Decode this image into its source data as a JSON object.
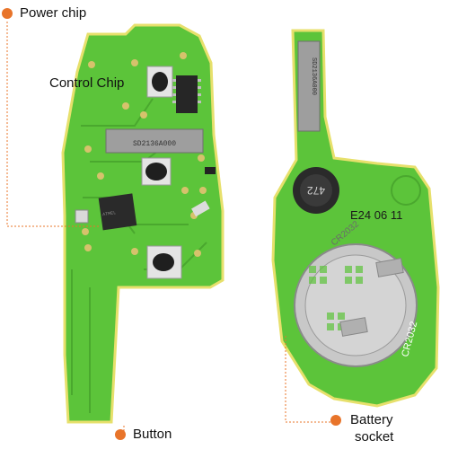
{
  "labels": {
    "power_chip": "Power chip",
    "control_chip": "Control Chip",
    "button": "Button",
    "battery_socket_line1": "Battery",
    "battery_socket_line2": "socket"
  },
  "board_markings": {
    "date_code": "E24 06 11",
    "inductor_code": "472",
    "battery_model": "CR2032",
    "holder_text": "CR2032",
    "chip_code_1": "SD2136A000",
    "chip_code_2": "SD2136A000"
  },
  "colors": {
    "accent": "#e8742a",
    "pcb_green": "#5cc43a",
    "pcb_edge": "#e7e06c",
    "pad_gold": "#d6c26c",
    "metal": "#c8c8c8"
  }
}
